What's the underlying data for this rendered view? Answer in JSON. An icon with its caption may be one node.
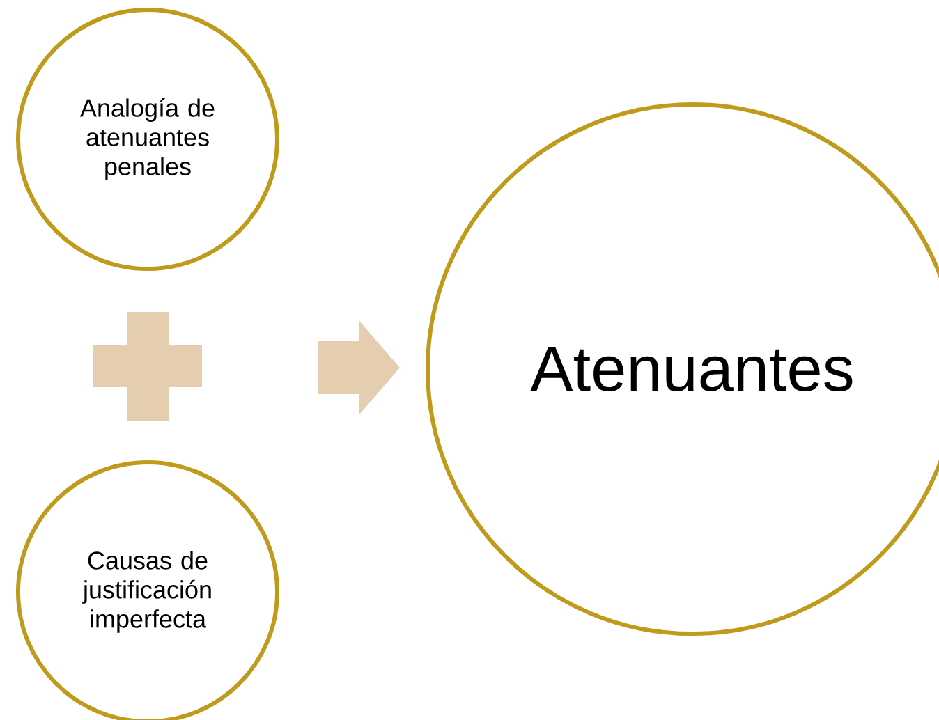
{
  "diagram": {
    "nodes": [
      {
        "text": [
          "Analogía de atenuantes penales"
        ]
      },
      {
        "text": [],
        "shape": "plus"
      },
      {
        "text": [
          "Causas de justificación imperfecta"
        ]
      },
      {
        "text": [],
        "shape": "arrow"
      },
      {
        "text": [
          "Atenuantes"
        ]
      }
    ]
  }
}
